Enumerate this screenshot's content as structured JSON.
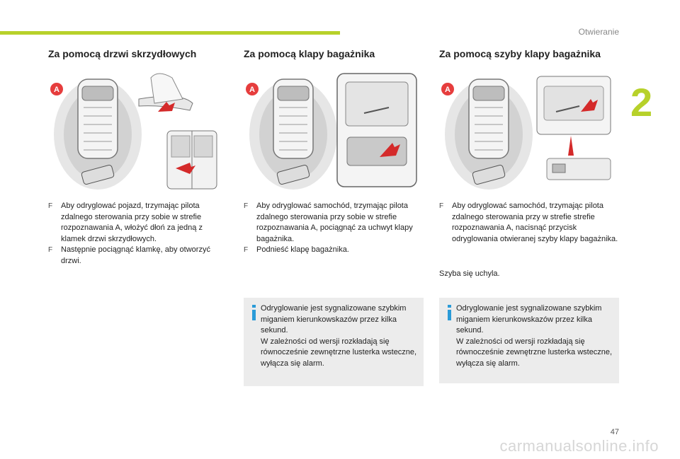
{
  "header": {
    "section": "Otwieranie",
    "chapter": "2"
  },
  "columns": [
    {
      "title": "Za pomocą drzwi skrzydłowych",
      "bullets": [
        {
          "mark": "F",
          "text": "Aby odryglować pojazd, trzymając pilota zdalnego sterowania przy sobie w strefie rozpoznawania A, włożyć dłoń za jedną z klamek drzwi skrzydłowych."
        },
        {
          "mark": "F",
          "text": "Następnie pociągnąć klamkę, aby otworzyć drzwi."
        }
      ]
    },
    {
      "title": "Za pomocą klapy bagażnika",
      "bullets": [
        {
          "mark": "F",
          "text": "Aby odryglować samochód, trzymając pilota zdalnego sterowania przy sobie w strefie rozpoznawania A, pociągnąć za uchwyt klapy bagażnika."
        },
        {
          "mark": "F",
          "text": "Podnieść klapę bagażnika."
        }
      ],
      "info": "Odryglowanie jest sygnalizowane szybkim miganiem kierunkowskazów przez kilka sekund.\nW zależności od wersji rozkładają się równocześnie zewnętrzne lusterka wsteczne, wyłącza się alarm."
    },
    {
      "title": "Za pomocą szyby klapy bagażnika",
      "bullets": [
        {
          "mark": "F",
          "text": "Aby odryglować samochód, trzymając pilota zdalnego sterowania przy w strefie strefie rozpoznawania A, nacisnąć przycisk odryglowania otwieranej szyby klapy bagażnika."
        }
      ],
      "note": "Szyba się uchyla.",
      "info": "Odryglowanie jest sygnalizowane szybkim miganiem kierunkowskazów przez kilka sekund.\nW zależności od wersji rozkładają się równocześnie zewnętrzne lusterka wsteczne, wyłącza się alarm."
    }
  ],
  "illustration_label": "A",
  "page_number": "47",
  "watermark": "carmanualsonline.info",
  "colors": {
    "accent": "#b7d12a",
    "badge": "#e63d3d",
    "arrow": "#d42a2a",
    "info_blue": "#2a9bd8",
    "info_bg": "#ececec"
  }
}
